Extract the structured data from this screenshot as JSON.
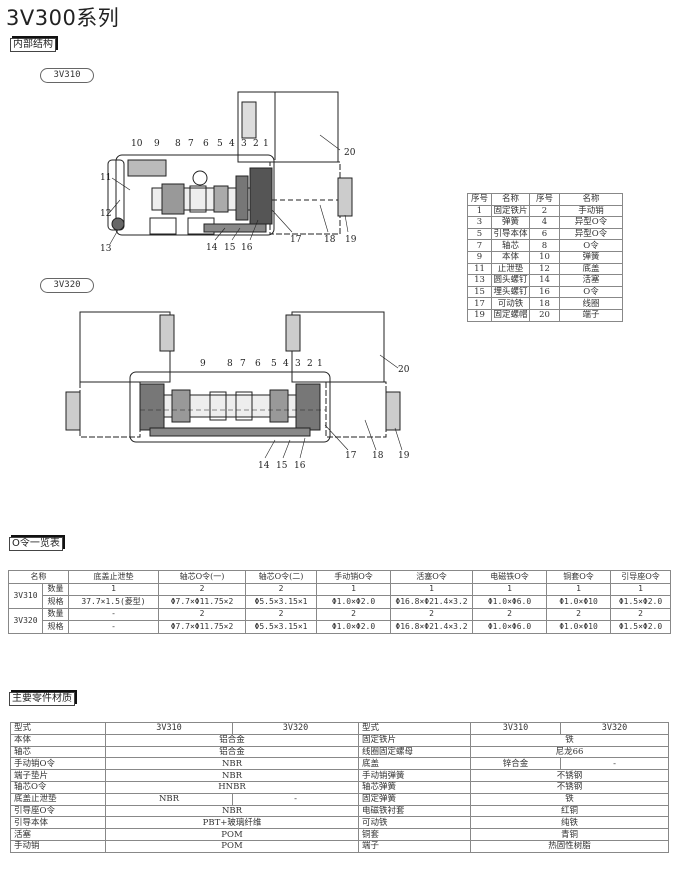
{
  "title": "3V300系列",
  "sections": {
    "internal": "内部结构",
    "oring": "O令一览表",
    "materials": "主要零件材质"
  },
  "diagrams": {
    "d1": {
      "model": "3V310",
      "callouts_top": [
        "10",
        "9",
        "8",
        "7",
        "6",
        "5",
        "4",
        "3",
        "2",
        "1"
      ],
      "callouts_left": [
        "11",
        "12",
        "13"
      ],
      "callouts_bottom": [
        "14",
        "15",
        "16",
        "17",
        "18",
        "19"
      ],
      "callout_20": "20"
    },
    "d2": {
      "model": "3V320",
      "callouts_top": [
        "9",
        "8",
        "7",
        "6",
        "5",
        "4",
        "3",
        "2",
        "1"
      ],
      "callouts_bottom": [
        "14",
        "15",
        "16",
        "17",
        "18",
        "19"
      ],
      "callout_20": "20"
    }
  },
  "parts_table": {
    "header": [
      "序号",
      "名称",
      "序号",
      "名称"
    ],
    "rows": [
      [
        "1",
        "固定铁片",
        "2",
        "手动销"
      ],
      [
        "3",
        "弹簧",
        "4",
        "异型O令"
      ],
      [
        "5",
        "引导本体",
        "6",
        "异型O令"
      ],
      [
        "7",
        "轴芯",
        "8",
        "O令"
      ],
      [
        "9",
        "本体",
        "10",
        "弹簧"
      ],
      [
        "11",
        "止泄垫",
        "12",
        "底盖"
      ],
      [
        "13",
        "圆头螺钉",
        "14",
        "活塞"
      ],
      [
        "15",
        "埋头螺钉",
        "16",
        "O令"
      ],
      [
        "17",
        "可动铁",
        "18",
        "线圈"
      ],
      [
        "19",
        "固定螺帽",
        "20",
        "端子"
      ]
    ]
  },
  "oring_table": {
    "name_label": "名称",
    "columns": [
      "底盖止泄垫",
      "轴芯O令(一)",
      "轴芯O令(二)",
      "手动销O令",
      "活塞O令",
      "电磁铁O令",
      "铜套O令",
      "引导座O令"
    ],
    "groups": [
      {
        "model": "3V310",
        "rows": [
          {
            "label": "数量",
            "values": [
              "1",
              "2",
              "2",
              "1",
              "1",
              "1",
              "1",
              "1"
            ]
          },
          {
            "label": "规格",
            "values": [
              "37.7×1.5(菱型)",
              "Φ7.7×Φ11.75×2",
              "Φ5.5×3.15×1",
              "Φ1.0×Φ2.0",
              "Φ16.8×Φ21.4×3.2",
              "Φ1.0×Φ6.0",
              "Φ1.0×Φ10",
              "Φ1.5×Φ2.0"
            ]
          }
        ]
      },
      {
        "model": "3V320",
        "rows": [
          {
            "label": "数量",
            "values": [
              "-",
              "2",
              "2",
              "2",
              "2",
              "2",
              "2",
              "2"
            ]
          },
          {
            "label": "规格",
            "values": [
              "-",
              "Φ7.7×Φ11.75×2",
              "Φ5.5×3.15×1",
              "Φ1.0×Φ2.0",
              "Φ16.8×Φ21.4×3.2",
              "Φ1.0×Φ6.0",
              "Φ1.0×Φ10",
              "Φ1.5×Φ2.0"
            ]
          }
        ]
      }
    ]
  },
  "materials_table": {
    "header": [
      "型式",
      "3V310",
      "3V320"
    ],
    "left": [
      {
        "label": "本体",
        "values": [
          "铝合金"
        ]
      },
      {
        "label": "轴芯",
        "values": [
          "铝合金"
        ]
      },
      {
        "label": "手动销O令",
        "values": [
          "NBR"
        ]
      },
      {
        "label": "端子垫片",
        "values": [
          "NBR"
        ]
      },
      {
        "label": "轴芯O令",
        "values": [
          "HNBR"
        ]
      },
      {
        "label": "底盖止泄垫",
        "values": [
          "NBR",
          "-"
        ]
      },
      {
        "label": "引导座O令",
        "values": [
          "NBR"
        ]
      },
      {
        "label": "引导本体",
        "values": [
          "PBT+玻璃纤维"
        ]
      },
      {
        "label": "活塞",
        "values": [
          "POM"
        ]
      },
      {
        "label": "手动销",
        "values": [
          "POM"
        ]
      }
    ],
    "right": [
      {
        "label": "固定铁片",
        "values": [
          "铁"
        ]
      },
      {
        "label": "线圈固定螺母",
        "values": [
          "尼龙66"
        ]
      },
      {
        "label": "底盖",
        "values": [
          "锌合金",
          "-"
        ]
      },
      {
        "label": "手动销弹簧",
        "values": [
          "不锈钢"
        ]
      },
      {
        "label": "轴芯弹簧",
        "values": [
          "不锈钢"
        ]
      },
      {
        "label": "固定弹簧",
        "values": [
          "铁"
        ]
      },
      {
        "label": "电磁铁衬套",
        "values": [
          "红铜"
        ]
      },
      {
        "label": "可动铁",
        "values": [
          "纯铁"
        ]
      },
      {
        "label": "铜套",
        "values": [
          "青铜"
        ]
      },
      {
        "label": "端子",
        "values": [
          "热固性树脂"
        ]
      }
    ]
  }
}
